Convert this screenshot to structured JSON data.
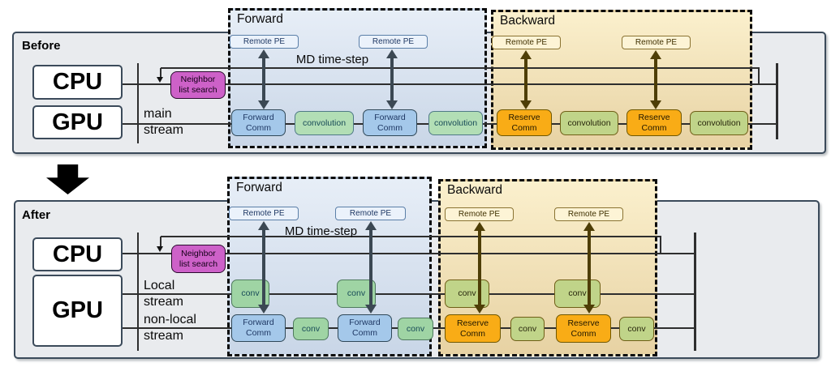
{
  "colors": {
    "panel_bg": "#e9ebee",
    "panel_border": "#3b4a5a",
    "forward_region_top": "#e7eef7",
    "forward_region_bottom": "#c9d6e7",
    "backward_region_top": "#fbf0cd",
    "backward_region_bottom": "#e7d2a3",
    "forward_comm_fill": "#a4c8ea",
    "convolution_green_fill": "#b2deb5",
    "conv_bright_green_fill": "#9fd4a4",
    "reserve_comm_fill": "#f9ac16",
    "convolution_olive_fill": "#c0d489",
    "neighbor_fill": "#cd61c8",
    "remote_pe_blue_fill": "#ebf2fb",
    "remote_pe_cream_fill": "#fdf4d6",
    "arrow_forward": "#3b4853",
    "arrow_backward": "#4e3e06"
  },
  "before": {
    "title": "Before",
    "cpu": "CPU",
    "gpu": "GPU",
    "stream_label": "main\nstream",
    "neighbor": "Neighbor\nlist search",
    "md_label": "MD time-step",
    "forward": {
      "title": "Forward",
      "remote_pe": [
        "Remote PE",
        "Remote PE"
      ],
      "timeline": [
        "Forward\nComm",
        "convolution",
        "Forward\nComm",
        "convolution"
      ]
    },
    "backward": {
      "title": "Backward",
      "remote_pe": [
        "Remote PE",
        "Remote PE"
      ],
      "timeline": [
        "Reserve\nComm",
        "convolution",
        "Reserve\nComm",
        "convolution"
      ]
    }
  },
  "after": {
    "title": "After",
    "cpu": "CPU",
    "gpu": "GPU",
    "local_stream_label": "Local\nstream",
    "nonlocal_stream_label": "non-local\nstream",
    "neighbor": "Neighbor\nlist search",
    "md_label": "MD time-step",
    "forward": {
      "title": "Forward",
      "remote_pe": [
        "Remote PE",
        "Remote PE"
      ],
      "local_timeline": [
        "conv",
        "conv"
      ],
      "nonlocal_timeline": [
        "Forward\nComm",
        "conv",
        "Forward\nComm",
        "conv"
      ]
    },
    "backward": {
      "title": "Backward",
      "remote_pe": [
        "Remote PE",
        "Remote PE"
      ],
      "local_timeline": [
        "conv",
        "conv"
      ],
      "nonlocal_timeline": [
        "Reserve\nComm",
        "conv",
        "Reserve\nComm",
        "conv"
      ]
    }
  }
}
